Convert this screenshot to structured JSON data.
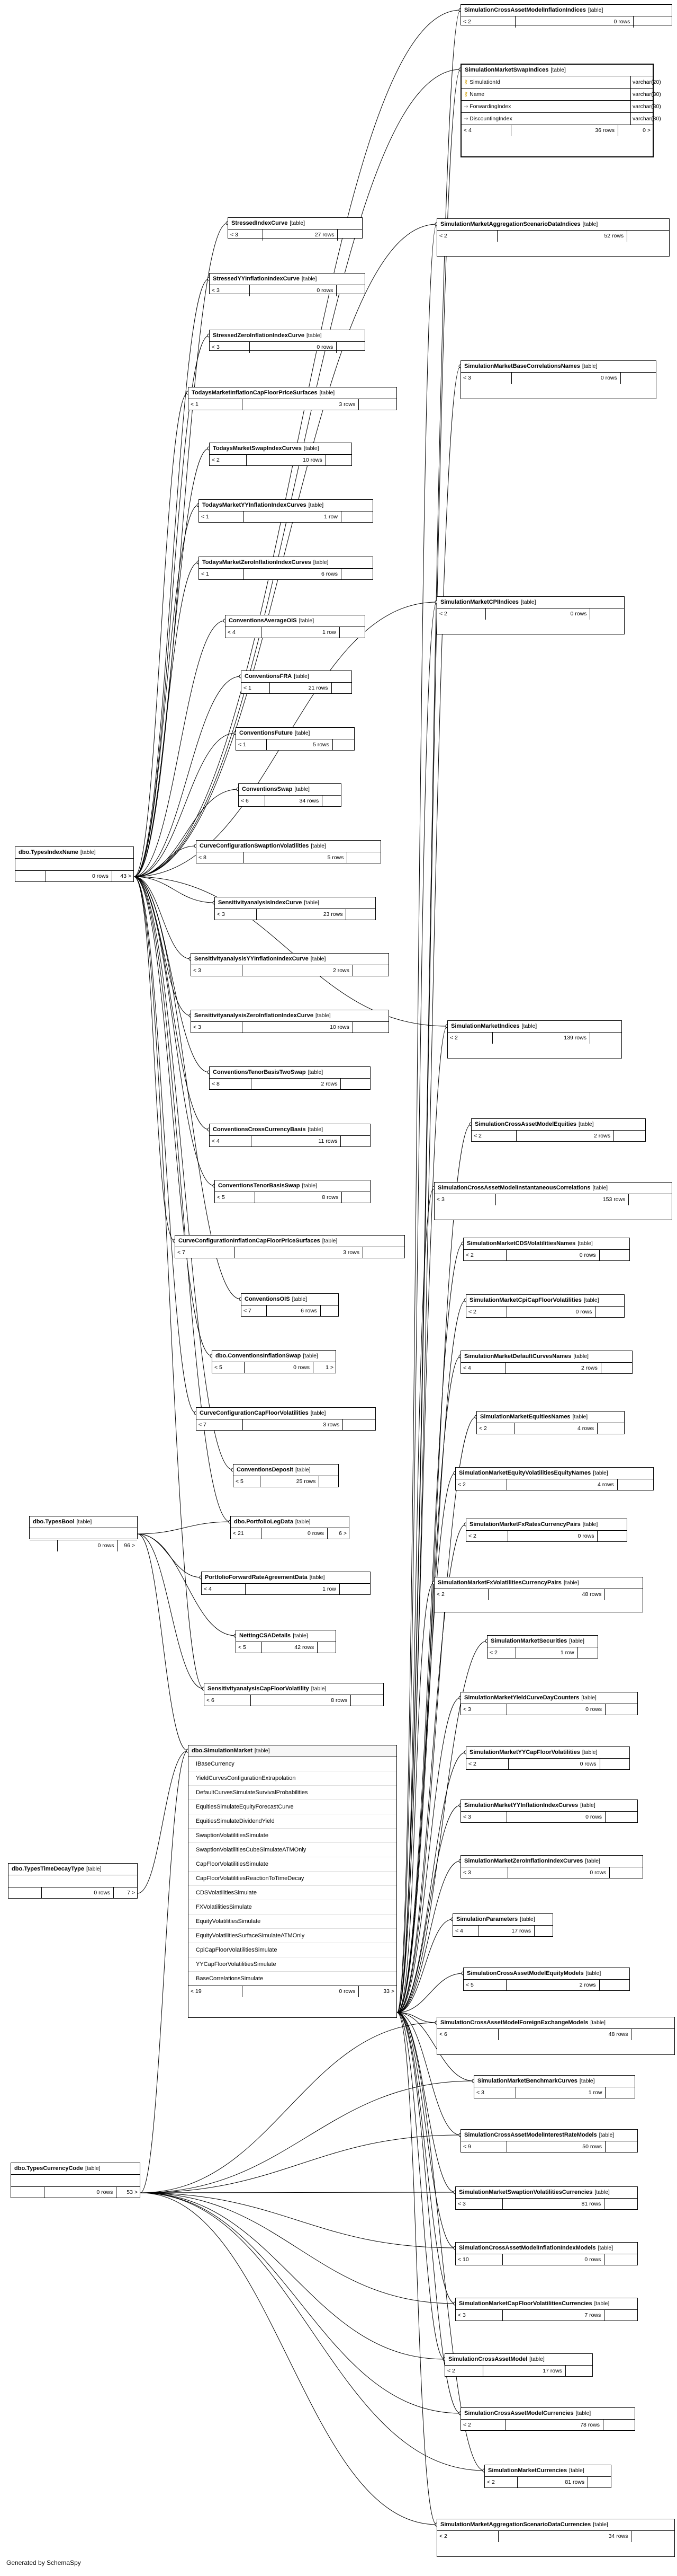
{
  "tag": "[table]",
  "footer": "Generated by SchemaSpy",
  "sms_columns": [
    {
      "icon": "key",
      "name": "SimulationId",
      "type": "varchar(20)"
    },
    {
      "icon": "key",
      "name": "Name",
      "type": "varchar(30)"
    },
    {
      "icon": "fk",
      "name": "ForwardingIndex",
      "type": "varchar(30)"
    },
    {
      "icon": "fk",
      "name": "DiscountingIndex",
      "type": "varchar(30)"
    }
  ],
  "sim_columns": [
    "IBaseCurrency",
    "YieldCurvesConfigurationExtrapolation",
    "DefaultCurvesSimulateSurvivalProbabilities",
    "EquitiesSimulateEquityForecastCurve",
    "EquitiesSimulateDividendYield",
    "SwaptionVolatilitiesSimulate",
    "SwaptionVolatilitiesCubeSimulateATMOnly",
    "CapFloorVolatilitiesSimulate",
    "CapFloorVolatilitiesReactionToTimeDecay",
    "CDSVolatilitiesSimulate",
    "FXVolatilitiesSimulate",
    "EquityVolatilitiesSimulate",
    "EquityVolatilitiesSurfaceSimulateATMOnly",
    "CpiCapFloorVolatilitiesSimulate",
    "YYCapFloorVolatilitiesSimulate",
    "BaseCorrelationsSimulate"
  ],
  "tables": [
    {
      "name": "SimulationCrossAssetModelInflationIndices",
      "c1": "< 2",
      "c2": "0 rows",
      "c3": ""
    },
    {
      "name": "SimulationMarketSwapIndices",
      "c1": "< 4",
      "c2": "36 rows",
      "c3": "0 >"
    },
    {
      "name": "StressedIndexCurve",
      "c1": "< 3",
      "c2": "27 rows",
      "c3": ""
    },
    {
      "name": "SimulationMarketAggregationScenarioDataIndices",
      "c1": "< 2",
      "c2": "52 rows",
      "c3": ""
    },
    {
      "name": "StressedYYInflationIndexCurve",
      "c1": "< 3",
      "c2": "0 rows",
      "c3": ""
    },
    {
      "name": "StressedZeroInflationIndexCurve",
      "c1": "< 3",
      "c2": "0 rows",
      "c3": ""
    },
    {
      "name": "SimulationMarketBaseCorrelationsNames",
      "c1": "< 3",
      "c2": "0 rows",
      "c3": ""
    },
    {
      "name": "TodaysMarketInflationCapFloorPriceSurfaces",
      "c1": "< 1",
      "c2": "3 rows",
      "c3": ""
    },
    {
      "name": "TodaysMarketSwapIndexCurves",
      "c1": "< 2",
      "c2": "10 rows",
      "c3": ""
    },
    {
      "name": "TodaysMarketYYInflationIndexCurves",
      "c1": "< 1",
      "c2": "1 row",
      "c3": ""
    },
    {
      "name": "TodaysMarketZeroInflationIndexCurves",
      "c1": "< 1",
      "c2": "6 rows",
      "c3": ""
    },
    {
      "name": "SimulationMarketCPIIndices",
      "c1": "< 2",
      "c2": "0 rows",
      "c3": ""
    },
    {
      "name": "ConventionsAverageOIS",
      "c1": "< 4",
      "c2": "1 row",
      "c3": ""
    },
    {
      "name": "ConventionsFRA",
      "c1": "< 1",
      "c2": "21 rows",
      "c3": ""
    },
    {
      "name": "ConventionsFuture",
      "c1": "< 1",
      "c2": "5 rows",
      "c3": ""
    },
    {
      "name": "ConventionsSwap",
      "c1": "< 6",
      "c2": "34 rows",
      "c3": ""
    },
    {
      "name": "dbo.TypesIndexName",
      "c1": "",
      "c2": "0 rows",
      "c3": "43 >"
    },
    {
      "name": "CurveConfigurationSwaptionVolatilities",
      "c1": "< 8",
      "c2": "5 rows",
      "c3": ""
    },
    {
      "name": "SensitivityanalysisIndexCurve",
      "c1": "< 3",
      "c2": "23 rows",
      "c3": ""
    },
    {
      "name": "SensitivityanalysisYYInflationIndexCurve",
      "c1": "< 3",
      "c2": "2 rows",
      "c3": ""
    },
    {
      "name": "SensitivityanalysisZeroInflationIndexCurve",
      "c1": "< 3",
      "c2": "10 rows",
      "c3": ""
    },
    {
      "name": "SimulationMarketIndices",
      "c1": "< 2",
      "c2": "139 rows",
      "c3": ""
    },
    {
      "name": "ConventionsTenorBasisTwoSwap",
      "c1": "< 8",
      "c2": "2 rows",
      "c3": ""
    },
    {
      "name": "ConventionsCrossCurrencyBasis",
      "c1": "< 4",
      "c2": "11 rows",
      "c3": ""
    },
    {
      "name": "SimulationCrossAssetModelEquities",
      "c1": "< 2",
      "c2": "2 rows",
      "c3": ""
    },
    {
      "name": "ConventionsTenorBasisSwap",
      "c1": "< 5",
      "c2": "8 rows",
      "c3": ""
    },
    {
      "name": "SimulationCrossAssetModelInstantaneousCorrelations",
      "c1": "< 3",
      "c2": "153 rows",
      "c3": ""
    },
    {
      "name": "CurveConfigurationInflationCapFloorPriceSurfaces",
      "c1": "< 7",
      "c2": "3 rows",
      "c3": ""
    },
    {
      "name": "SimulationMarketCDSVolatilitiesNames",
      "c1": "< 2",
      "c2": "0 rows",
      "c3": ""
    },
    {
      "name": "ConventionsOIS",
      "c1": "< 7",
      "c2": "6 rows",
      "c3": ""
    },
    {
      "name": "SimulationMarketCpiCapFloorVolatilities",
      "c1": "< 2",
      "c2": "0 rows",
      "c3": ""
    },
    {
      "name": "dbo.ConventionsInflationSwap",
      "c1": "< 5",
      "c2": "0 rows",
      "c3": "1 >"
    },
    {
      "name": "SimulationMarketDefaultCurvesNames",
      "c1": "< 4",
      "c2": "2 rows",
      "c3": ""
    },
    {
      "name": "CurveConfigurationCapFloorVolatilities",
      "c1": "< 7",
      "c2": "3 rows",
      "c3": ""
    },
    {
      "name": "SimulationMarketEquitiesNames",
      "c1": "< 2",
      "c2": "4 rows",
      "c3": ""
    },
    {
      "name": "ConventionsDeposit",
      "c1": "< 5",
      "c2": "25 rows",
      "c3": ""
    },
    {
      "name": "SimulationMarketEquityVolatilitiesEquityNames",
      "c1": "< 2",
      "c2": "4 rows",
      "c3": ""
    },
    {
      "name": "dbo.TypesBool",
      "c1": "",
      "c2": "0 rows",
      "c3": "96 >"
    },
    {
      "name": "dbo.PortfolioLegData",
      "c1": "< 21",
      "c2": "0 rows",
      "c3": "6 >"
    },
    {
      "name": "SimulationMarketFxRatesCurrencyPairs",
      "c1": "< 2",
      "c2": "0 rows",
      "c3": ""
    },
    {
      "name": "PortfolioForwardRateAgreementData",
      "c1": "< 4",
      "c2": "1 row",
      "c3": ""
    },
    {
      "name": "SimulationMarketFxVolatilitiesCurrencyPairs",
      "c1": "< 2",
      "c2": "48 rows",
      "c3": ""
    },
    {
      "name": "NettingCSADetails",
      "c1": "< 5",
      "c2": "42 rows",
      "c3": ""
    },
    {
      "name": "SimulationMarketSecurities",
      "c1": "< 2",
      "c2": "1 row",
      "c3": ""
    },
    {
      "name": "SensitivityanalysisCapFloorVolatility",
      "c1": "< 6",
      "c2": "8 rows",
      "c3": ""
    },
    {
      "name": "SimulationMarketYieldCurveDayCounters",
      "c1": "< 3",
      "c2": "0 rows",
      "c3": ""
    },
    {
      "name": "SimulationMarketYYCapFloorVolatilities",
      "c1": "< 2",
      "c2": "0 rows",
      "c3": ""
    },
    {
      "name": "SimulationMarketYYInflationIndexCurves",
      "c1": "< 3",
      "c2": "0 rows",
      "c3": ""
    },
    {
      "name": "dbo.TypesTimeDecayType",
      "c1": "",
      "c2": "0 rows",
      "c3": "7 >"
    },
    {
      "name": "SimulationMarketZeroInflationIndexCurves",
      "c1": "< 3",
      "c2": "0 rows",
      "c3": ""
    },
    {
      "name": "SimulationParameters",
      "c1": "< 4",
      "c2": "17 rows",
      "c3": ""
    },
    {
      "name": "SimulationCrossAssetModelEquityModels",
      "c1": "< 5",
      "c2": "2 rows",
      "c3": ""
    },
    {
      "name": "dbo.SimulationMarket",
      "c1": "< 19",
      "c2": "0 rows",
      "c3": "33 >"
    },
    {
      "name": "SimulationCrossAssetModelForeignExchangeModels",
      "c1": "< 6",
      "c2": "48 rows",
      "c3": ""
    },
    {
      "name": "SimulationMarketBenchmarkCurves",
      "c1": "< 3",
      "c2": "1 row",
      "c3": ""
    },
    {
      "name": "dbo.TypesCurrencyCode",
      "c1": "",
      "c2": "0 rows",
      "c3": "53 >"
    },
    {
      "name": "SimulationCrossAssetModelInterestRateModels",
      "c1": "< 9",
      "c2": "50 rows",
      "c3": ""
    },
    {
      "name": "SimulationMarketSwaptionVolatilitiesCurrencies",
      "c1": "< 3",
      "c2": "81 rows",
      "c3": ""
    },
    {
      "name": "SimulationCrossAssetModelInflationIndexModels",
      "c1": "< 10",
      "c2": "0 rows",
      "c3": ""
    },
    {
      "name": "SimulationMarketCapFloorVolatilitiesCurrencies",
      "c1": "< 3",
      "c2": "7 rows",
      "c3": ""
    },
    {
      "name": "SimulationCrossAssetModel",
      "c1": "< 2",
      "c2": "17 rows",
      "c3": ""
    },
    {
      "name": "SimulationCrossAssetModelCurrencies",
      "c1": "< 2",
      "c2": "78 rows",
      "c3": ""
    },
    {
      "name": "SimulationMarketCurrencies",
      "c1": "< 2",
      "c2": "81 rows",
      "c3": ""
    },
    {
      "name": "SimulationMarketAggregationScenarioDataCurrencies",
      "c1": "< 2",
      "c2": "34 rows",
      "c3": ""
    }
  ]
}
